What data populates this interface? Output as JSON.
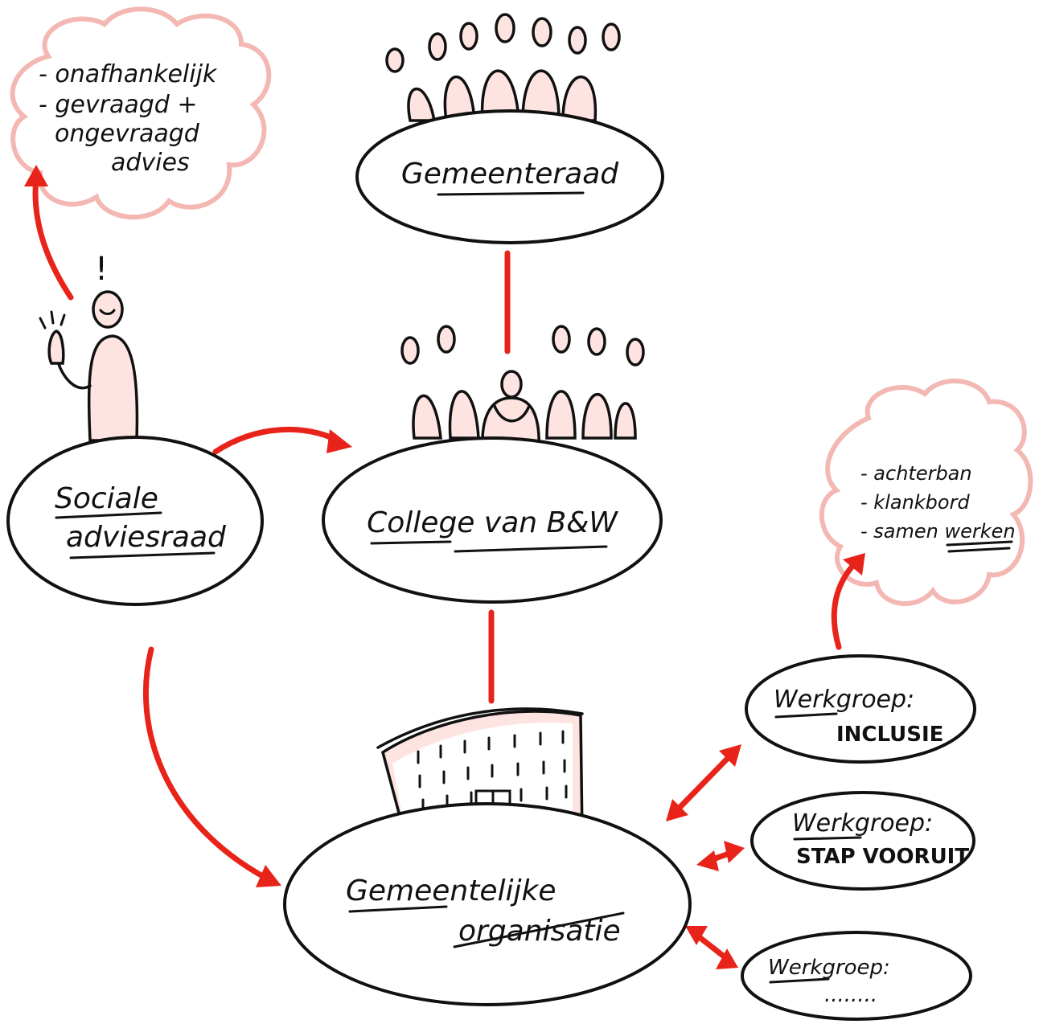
{
  "nodes": {
    "gemeenteraad": {
      "label": "Gemeenteraad"
    },
    "sociale_adviesraad": {
      "line1": "Sociale",
      "line2": "adviesraad"
    },
    "college": {
      "label": "College van B&W"
    },
    "gemeentelijke_organisatie": {
      "line1": "Gemeentelijke",
      "line2": "organisatie"
    },
    "werkgroep_inclusie": {
      "line1": "Werkgroep:",
      "line2": "INCLUSIE"
    },
    "werkgroep_stap": {
      "line1": "Werkgroep:",
      "line2": "STAP VOORUIT"
    },
    "werkgroep_open": {
      "line1": "Werkgroep:",
      "line2": "........"
    }
  },
  "clouds": {
    "adviesraad_notes": {
      "line1": "- onafhankelijk",
      "line2": "- gevraagd +",
      "line3": "ongevraagd",
      "line4": "advies"
    },
    "werkgroep_notes": {
      "line1": "- achterban",
      "line2": "- klankbord",
      "line3": "- samen werken"
    }
  },
  "figure_marks": {
    "exclamation": "!"
  },
  "colors": {
    "accent_red": "#e8241a",
    "cloud_pink": "#f3b8b3",
    "figure_fill": "#fde4e1",
    "ink": "#111111"
  }
}
